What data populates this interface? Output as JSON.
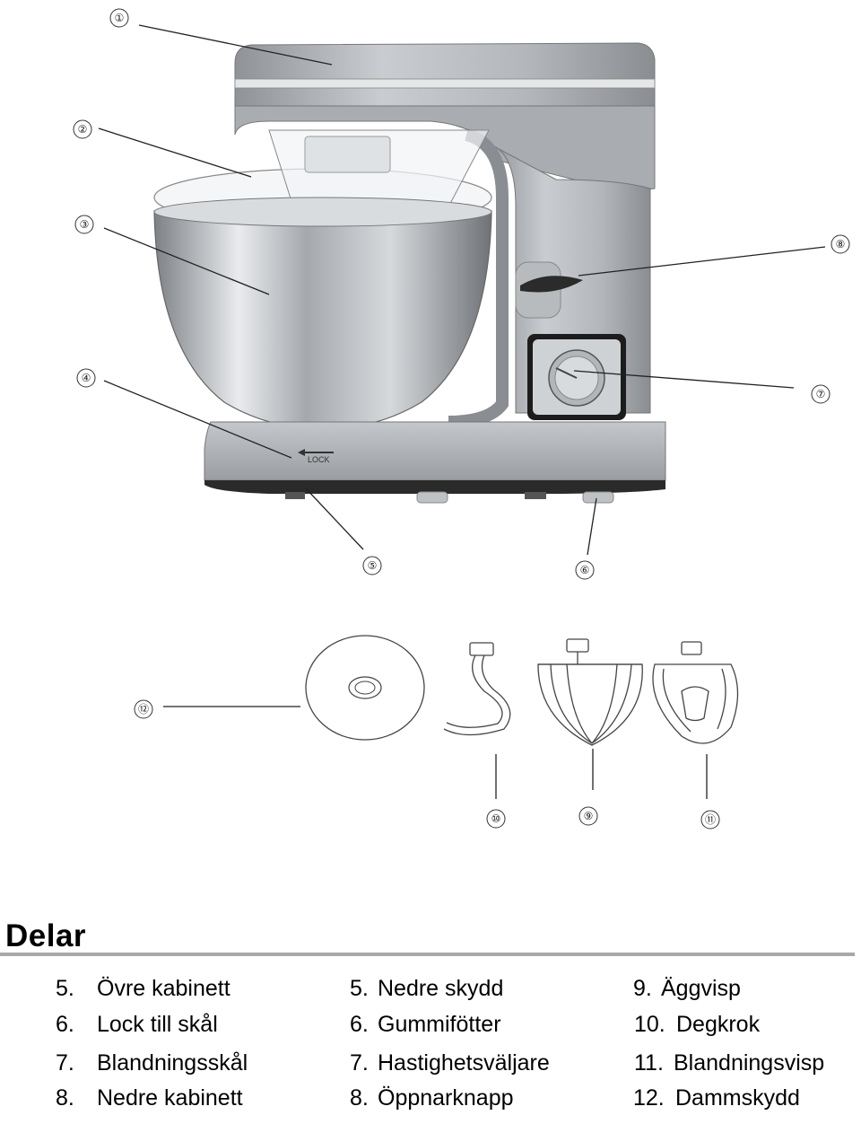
{
  "figure": {
    "callouts_main": [
      "①",
      "②",
      "③",
      "④",
      "⑤",
      "⑥",
      "⑦",
      "⑧"
    ],
    "callouts_accessories": [
      "⑫",
      "⑩",
      "⑨",
      "⑪"
    ],
    "lock_label": "LOCK"
  },
  "heading": "Delar",
  "parts": {
    "col1": [
      {
        "num": "5.",
        "label": "Övre kabinett"
      },
      {
        "num": "6.",
        "label": "Lock till skål"
      },
      {
        "num": "7.",
        "label": "Blandningsskål"
      },
      {
        "num": "8.",
        "label": "Nedre kabinett"
      }
    ],
    "col2": [
      {
        "num": "5.",
        "label": "Nedre skydd"
      },
      {
        "num": "6.",
        "label": "Gummifötter"
      },
      {
        "num": "7.",
        "label": "Hastighetsväljare"
      },
      {
        "num": "8.",
        "label": "Öppnarknapp"
      }
    ],
    "col3": [
      {
        "num": "9.",
        "label": "Äggvisp"
      },
      {
        "num": "10.",
        "label": "Degkrok"
      },
      {
        "num": "11.",
        "label": "Blandningsvisp"
      },
      {
        "num": "12.",
        "label": "Dammskydd"
      }
    ]
  }
}
